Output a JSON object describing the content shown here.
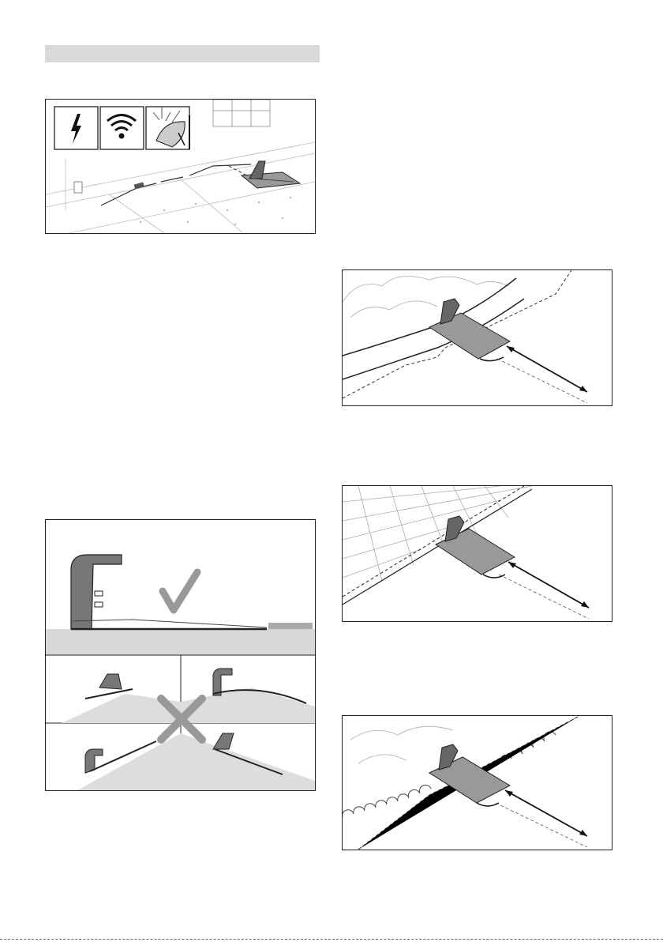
{
  "page": {
    "section_header_text": "",
    "colors": {
      "header_bar": "#d9d9d9",
      "line": "#222222",
      "arrow": "#111111",
      "ground_shade": "#d8d8d8"
    }
  },
  "figures": [
    {
      "name": "installation-requirements",
      "icons": [
        "power-icon",
        "wifi-icon",
        "weather-shelter-icon"
      ]
    },
    {
      "name": "level-ground-check",
      "marks": [
        "check-mark-icon",
        "cross-mark-icon"
      ]
    },
    {
      "name": "station-beside-lawn-edging"
    },
    {
      "name": "station-beside-paving"
    },
    {
      "name": "station-beside-flower-bed"
    }
  ]
}
